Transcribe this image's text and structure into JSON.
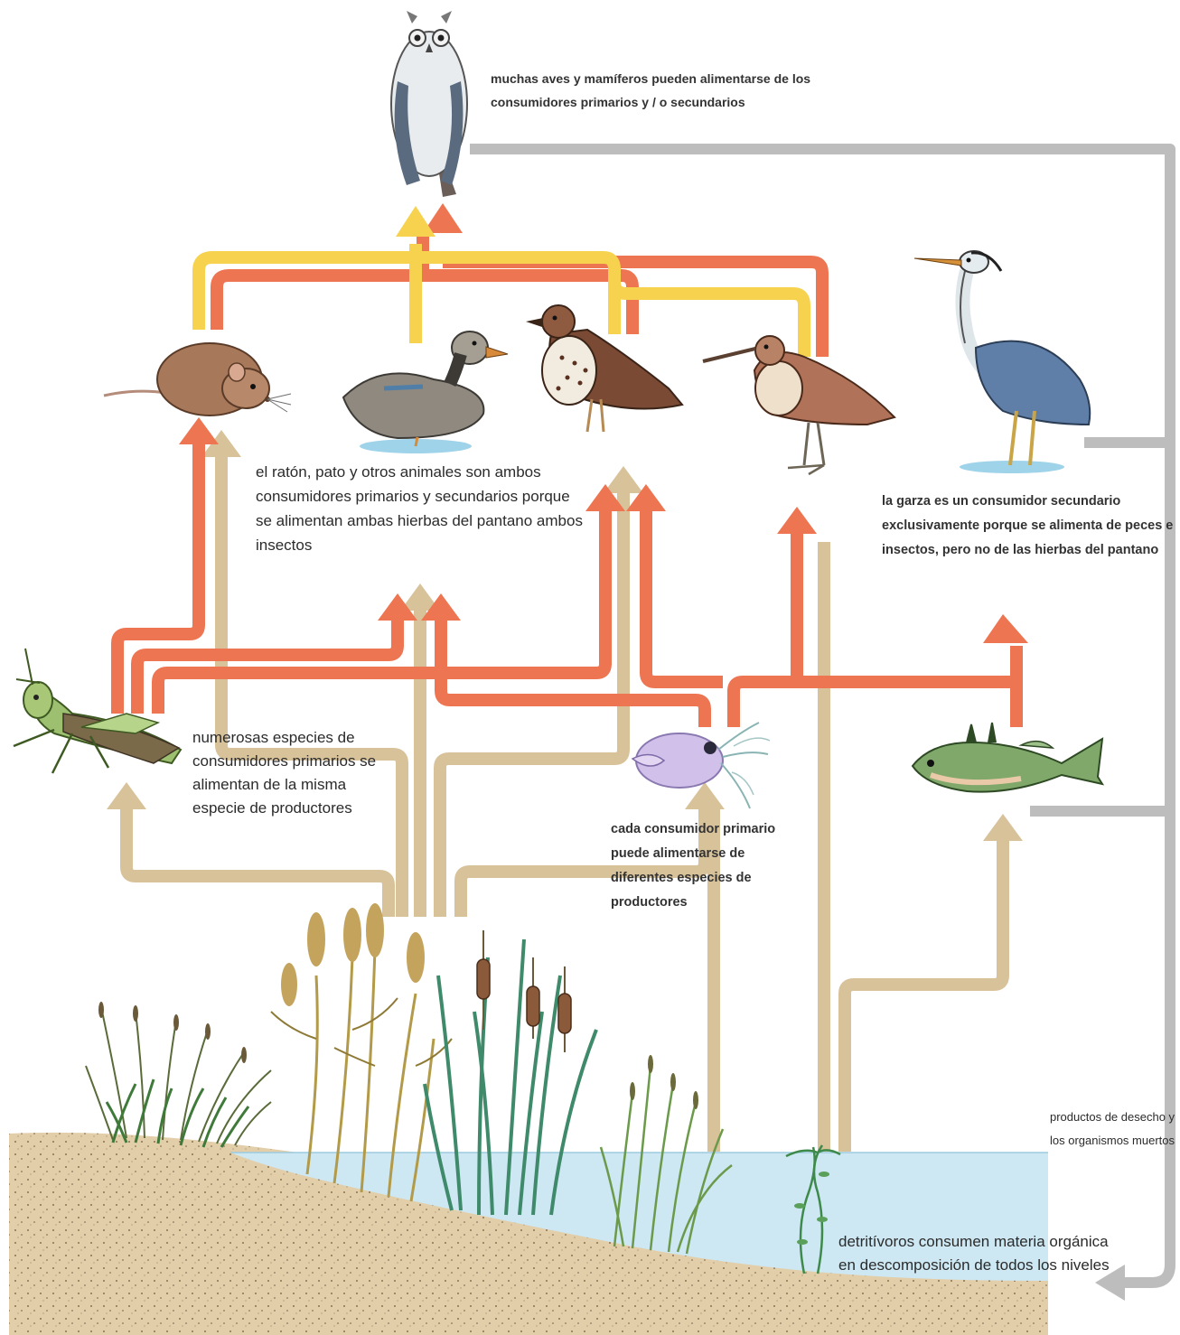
{
  "labels": {
    "owl": "muchas aves y mamíferos pueden alimentarse de los consumidores primarios y / o secundarios",
    "mouse_duck": "el ratón, pato y otros animales son ambos consumidores primarios y secundarios porque se alimentan ambas hierbas del pantano ambos insectos",
    "heron": "la garza es un consumidor secundario exclusivamente porque se alimenta de peces e insectos, pero no de las hierbas del pantano",
    "grasshopper": "numerosas especies de consumidores primarios se alimentan de la misma especie de productores",
    "daphnia": "cada consumidor primario puede alimentarse de diferentes especies de productores",
    "waste": "productos de desecho y los organismos muertos",
    "detritivores": "detritívoros consumen materia orgánica en descomposición de todos los niveles"
  },
  "organisms": [
    "owl-icon",
    "mouse-icon",
    "duck-icon",
    "thrush-icon",
    "snipe-icon",
    "heron-icon",
    "grasshopper-icon",
    "daphnia-icon",
    "stickleback-fish-icon",
    "sedge-icon",
    "reed-icon",
    "cattail-icon",
    "rush-icon",
    "waterweed-icon"
  ],
  "colors": {
    "primary_arrow": "#d8c29a",
    "secondary_arrow": "#ee7552",
    "tertiary_arrow": "#f6d24f",
    "detritus_arrow": "#bdbdbd",
    "water": "#cde8f3",
    "sediment": "#e3ceaa"
  }
}
